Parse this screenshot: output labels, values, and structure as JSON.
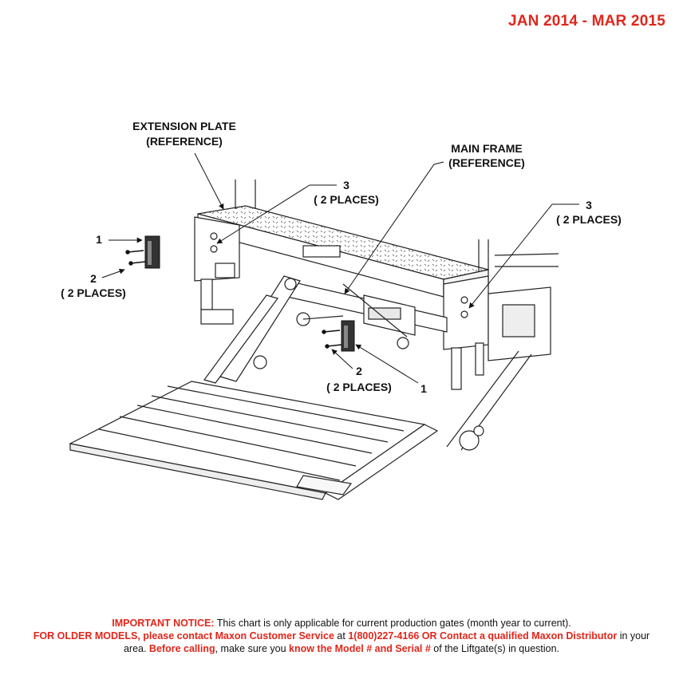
{
  "header": {
    "date_range": "JAN 2014 - MAR 2015"
  },
  "callouts": {
    "extension_plate_line1": "EXTENSION PLATE",
    "extension_plate_line2": "(REFERENCE)",
    "main_frame_line1": "MAIN FRAME",
    "main_frame_line2": "(REFERENCE)",
    "item3_left_num": "3",
    "item3_left_qty": "( 2 PLACES)",
    "item3_right_num": "3",
    "item3_right_qty": "( 2 PLACES)",
    "item1_left": "1",
    "item2_left_num": "2",
    "item2_left_qty": "( 2 PLACES)",
    "item2_center_num": "2",
    "item2_center_qty": "( 2 PLACES)",
    "item1_center": "1"
  },
  "notice": {
    "label": "IMPORTANT NOTICE:",
    "text1": " This chart is only applicable for current production gates (month year to current).",
    "older_models": "FOR OLDER MODELS, please contact Maxon Customer Service",
    "at": " at ",
    "phone": "1(800)227-4166 OR Contact a qualified Maxon Distributor",
    "in_area": " in your area. ",
    "before_calling": "Before calling",
    "make_sure": ", make sure you ",
    "know_model": "know the Model # and Serial #",
    "of_liftgate": " of the Liftgate(s) in question."
  },
  "colors": {
    "accent_red": "#e0261b",
    "line": "#111111"
  }
}
